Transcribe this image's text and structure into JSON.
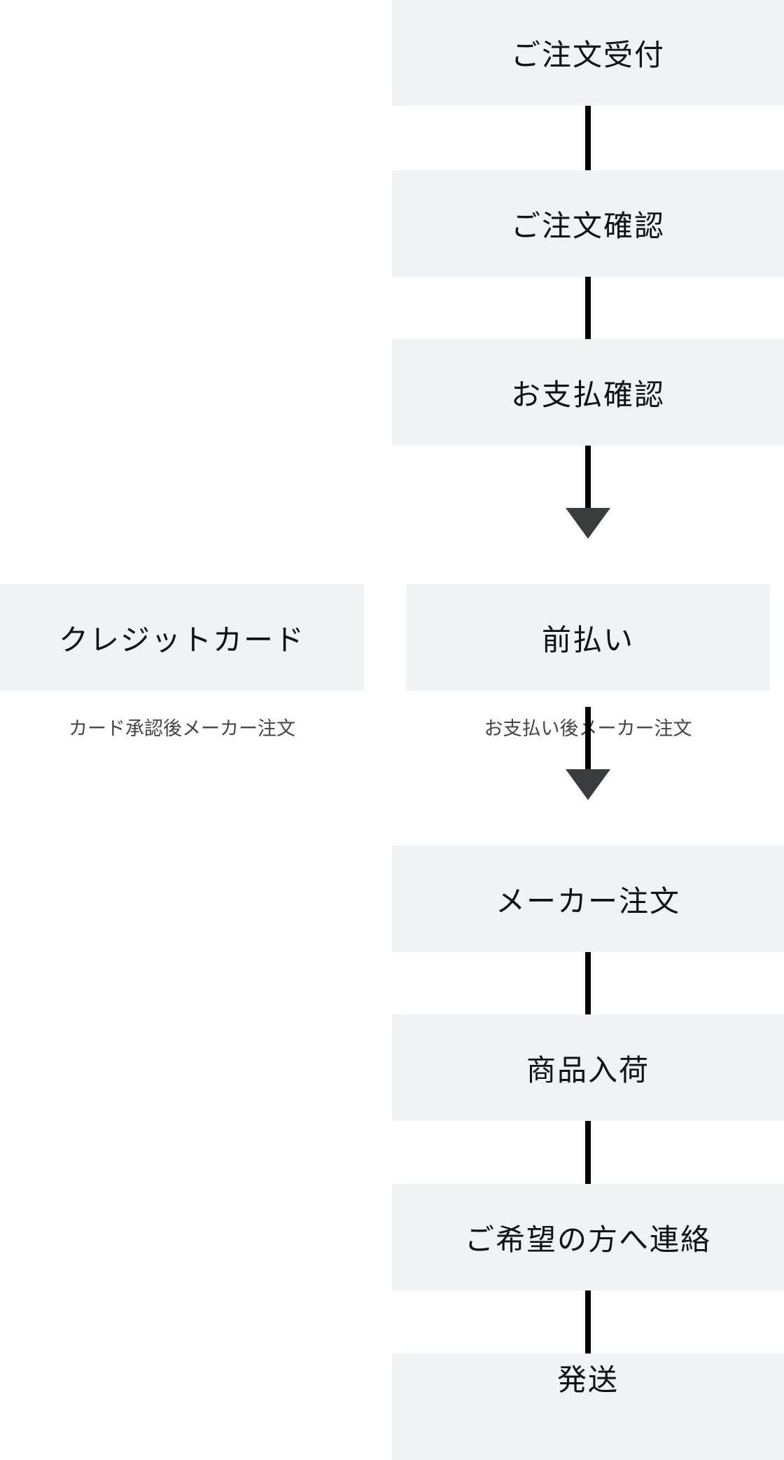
{
  "steps": [
    "ご注文受付",
    "ご注文確認",
    "お支払確認",
    "メーカー注文",
    "商品入荷",
    "ご希望の方へ連絡",
    "発送"
  ],
  "branches": [
    {
      "label": "クレジットカード",
      "caption": "カード承認後メーカー注文"
    },
    {
      "label": "前払い",
      "caption": "お支払い後メーカー注文"
    }
  ],
  "colors": {
    "box": "#f0f2f3",
    "arrow": "#3a3c3e",
    "line": "#000000"
  }
}
